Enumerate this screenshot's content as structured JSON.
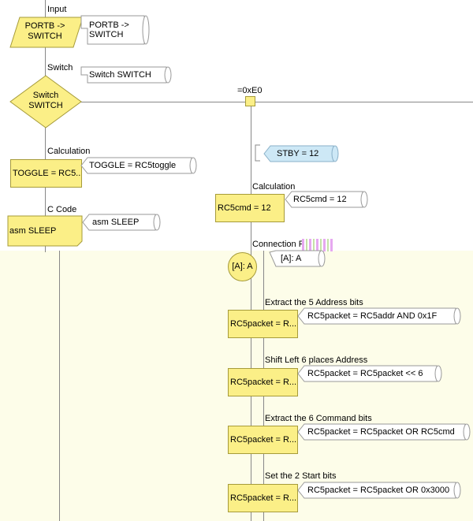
{
  "flowchart": {
    "input": {
      "caption": "Input",
      "shape_text_line1": "PORTB ->",
      "shape_text_line2": "SWITCH",
      "note_line1": "PORTB ->",
      "note_line2": "SWITCH"
    },
    "switch": {
      "caption": "Switch",
      "shape_text_line1": "Switch",
      "shape_text_line2": "SWITCH",
      "note": "Switch SWITCH",
      "case_label": "=0xE0"
    },
    "stby": {
      "note": "STBY = 12"
    },
    "calc_toggle": {
      "caption": "Calculation",
      "shape_text": "TOGGLE = RC5...",
      "note": "TOGGLE = RC5toggle"
    },
    "calc_rc5cmd": {
      "caption": "Calculation",
      "shape_text": "RC5cmd = 12",
      "note": "RC5cmd = 12"
    },
    "ccode": {
      "caption": "C Code",
      "shape_text": "asm SLEEP",
      "note": "asm SLEEP"
    },
    "connection": {
      "caption": "Connection",
      "caption_suffix": "P",
      "shape_text": "[A]: A",
      "note": "[A]: A"
    },
    "steps": [
      {
        "caption": "Extract the 5 Address bits",
        "shape_text": "RC5packet = R...",
        "note": "RC5packet = RC5addr AND 0x1F"
      },
      {
        "caption": "Shift Left 6 places Address",
        "shape_text": "RC5packet = R...",
        "note": "RC5packet = RC5packet << 6"
      },
      {
        "caption": "Extract the 6 Command bits",
        "shape_text": "RC5packet = R...",
        "note": "RC5packet = RC5packet OR RC5cmd"
      },
      {
        "caption": "Set the 2 Start bits",
        "shape_text": "RC5packet = R...",
        "note": "RC5packet = RC5packet OR 0x3000"
      }
    ]
  },
  "colors": {
    "shape_fill": "#fbef87",
    "shape_border": "#a69b3a",
    "stby_fill": "#cde8f6",
    "region_bg": "#fdfde9"
  }
}
